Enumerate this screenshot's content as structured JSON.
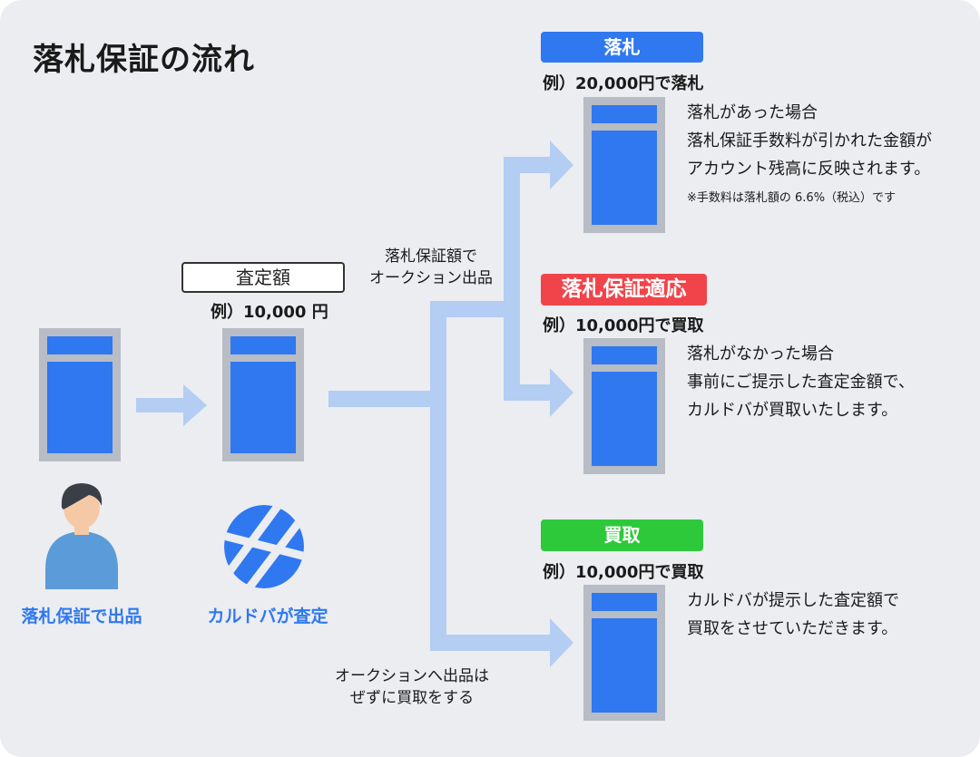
{
  "title": "落札保証の流れ",
  "left": {
    "caption": "落札保証で出品"
  },
  "assess": {
    "label": "査定額",
    "example": "例）10,000 円",
    "caption": "カルドバが査定"
  },
  "flow": {
    "upper_label_1": "落札保証額で",
    "upper_label_2": "オークション出品",
    "lower_label_1": "オークションへ出品は",
    "lower_label_2": "ぜずに買取をする"
  },
  "outcomes": [
    {
      "badge": "落札",
      "example": "例）20,000円で落札",
      "lines": [
        "落札があった場合",
        "落札保証手数料が引かれた金額が",
        "アカウント残高に反映されます。"
      ],
      "note": "※手数料は落札額の 6.6%（税込）です"
    },
    {
      "badge": "落札保証適応",
      "example": "例）10,000円で買取",
      "lines": [
        "落札がなかった場合",
        "事前にご提示した査定金額で、",
        "カルドバが買取いたします。"
      ]
    },
    {
      "badge": "買取",
      "example": "例）10,000円で買取",
      "lines": [
        "カルドバが提示した査定額で",
        "買取をさせていただきます。"
      ]
    }
  ],
  "colors": {
    "background": "#ebedf1",
    "doc_blue": "#2f78f0",
    "doc_frame": "#b8bcc4",
    "arrow": "#b3cdf3",
    "badge_blue": "#2f78f0",
    "badge_red": "#f0444a",
    "badge_green": "#2ec93a",
    "person_shirt": "#5b9bd9"
  },
  "icons": [
    "person-icon",
    "cardova-logo-icon",
    "document-icon",
    "arrow-right-icon"
  ]
}
